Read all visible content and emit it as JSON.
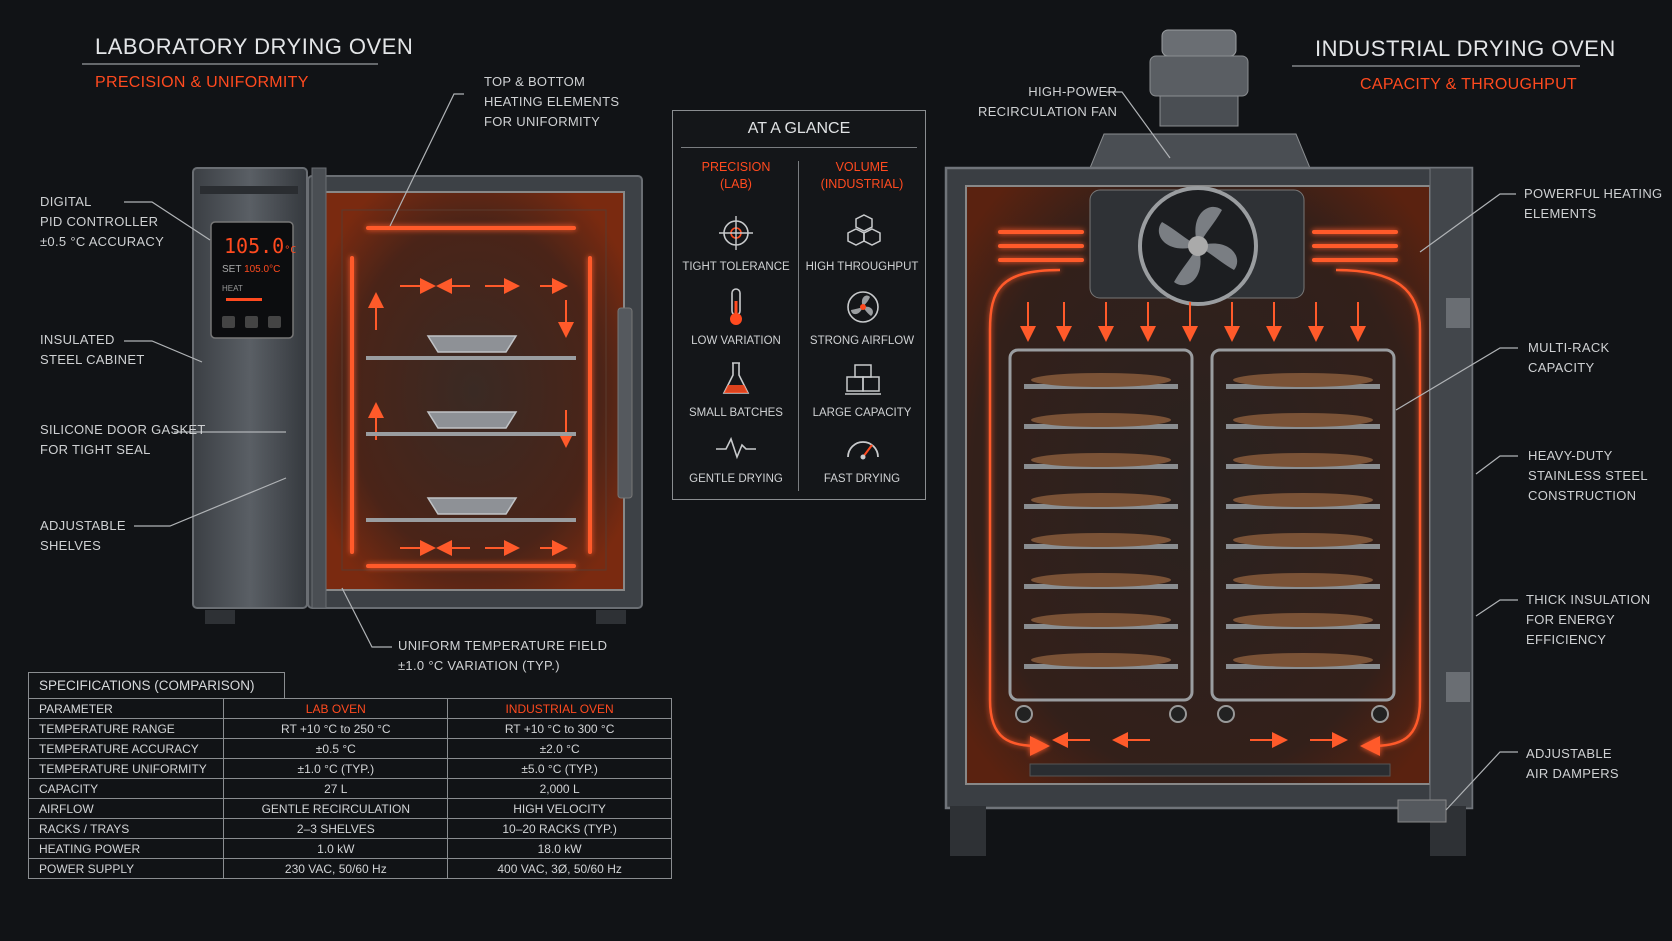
{
  "lab": {
    "title": "LABORATORY DRYING OVEN",
    "subtitle": "PRECISION & UNIFORMITY",
    "display": {
      "temp": "105.0",
      "unit": "°C",
      "set_label": "SET",
      "set_value": "105.0°C",
      "heat_label": "HEAT"
    },
    "callouts": {
      "heating": "TOP & BOTTOM\nHEATING ELEMENTS\nFOR UNIFORMITY",
      "controller": "DIGITAL\nPID CONTROLLER\n±0.5 °C ACCURACY",
      "cabinet": "INSULATED\nSTEEL CABINET",
      "gasket": "SILICONE DOOR GASKET\nFOR TIGHT SEAL",
      "shelves": "ADJUSTABLE\nSHELVES",
      "field": "UNIFORM TEMPERATURE FIELD\n±1.0 °C VARIATION (TYP.)"
    }
  },
  "industrial": {
    "title": "INDUSTRIAL DRYING OVEN",
    "subtitle": "CAPACITY & THROUGHPUT",
    "callouts": {
      "fan": "HIGH-POWER\nRECIRCULATION FAN",
      "heating": "POWERFUL HEATING\nELEMENTS",
      "racks": "MULTI-RACK\nCAPACITY",
      "steel": "HEAVY-DUTY\nSTAINLESS STEEL\nCONSTRUCTION",
      "insulation": "THICK INSULATION\nFOR ENERGY\nEFFICIENCY",
      "dampers": "ADJUSTABLE\nAIR DAMPERS"
    }
  },
  "glance": {
    "title": "AT A GLANCE",
    "left_head": "PRECISION\n(LAB)",
    "right_head": "VOLUME\n(INDUSTRIAL)",
    "left_items": [
      {
        "label": "TIGHT TOLERANCE",
        "icon": "crosshair-icon"
      },
      {
        "label": "LOW VARIATION",
        "icon": "thermometer-icon"
      },
      {
        "label": "SMALL BATCHES",
        "icon": "flask-icon"
      },
      {
        "label": "GENTLE DRYING",
        "icon": "pulse-icon"
      }
    ],
    "right_items": [
      {
        "label": "HIGH THROUGHPUT",
        "icon": "cubes-icon"
      },
      {
        "label": "STRONG AIRFLOW",
        "icon": "fan-icon"
      },
      {
        "label": "LARGE CAPACITY",
        "icon": "boxes-icon"
      },
      {
        "label": "FAST DRYING",
        "icon": "gauge-icon"
      }
    ]
  },
  "spec": {
    "caption": "SPECIFICATIONS (COMPARISON)",
    "headers": [
      "PARAMETER",
      "LAB OVEN",
      "INDUSTRIAL OVEN"
    ],
    "rows": [
      [
        "TEMPERATURE RANGE",
        "RT +10 °C to 250 °C",
        "RT +10 °C to 300 °C"
      ],
      [
        "TEMPERATURE ACCURACY",
        "±0.5 °C",
        "±2.0 °C"
      ],
      [
        "TEMPERATURE UNIFORMITY",
        "±1.0 °C (TYP.)",
        "±5.0 °C (TYP.)"
      ],
      [
        "CAPACITY",
        "27 L",
        "2,000 L"
      ],
      [
        "AIRFLOW",
        "GENTLE RECIRCULATION",
        "HIGH VELOCITY"
      ],
      [
        "RACKS / TRAYS",
        "2–3 SHELVES",
        "10–20 RACKS (TYP.)"
      ],
      [
        "HEATING POWER",
        "1.0 kW",
        "18.0 kW"
      ],
      [
        "POWER SUPPLY",
        "230 VAC, 50/60 Hz",
        "400 VAC, 3Ø, 50/60 Hz"
      ]
    ]
  },
  "colors": {
    "accent": "#ff4a1f",
    "glow": "#ff5a2a",
    "steel": "#4a4e53",
    "background": "#111316"
  }
}
